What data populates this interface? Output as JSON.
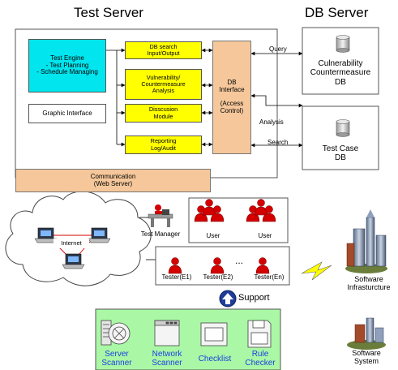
{
  "titles": {
    "test_server": "Test Server",
    "db_server": "DB Server"
  },
  "engine": {
    "label": "Test Engine\n- Test Planning\n- Schedule Managing",
    "color": "#00e5ee"
  },
  "graphic_interface": "Graphic Interface",
  "modules": [
    {
      "label": "DB search\nInput/Output"
    },
    {
      "label": "Vulnerability/\nCountermeasure\nAnalysis"
    },
    {
      "label": "Disscusion\nModule"
    },
    {
      "label": "Reporting\nLog/Audit"
    }
  ],
  "db_interface": {
    "label": "DB\nInterface\n\n(Access\nControl)",
    "color": "#f5c79a"
  },
  "databases": [
    {
      "label": "Culnerability\nCountermeasure\nDB"
    },
    {
      "label": "Test Case\nDB"
    }
  ],
  "arrows": {
    "query": "Query",
    "analysis": "Analysis",
    "search": "Search"
  },
  "communication": {
    "label": "Communication\n(Web Server)",
    "color": "#f5c79a"
  },
  "network": {
    "internet_label": "Internet"
  },
  "users": {
    "manager_label": "Test Manager",
    "user_labels": [
      "User",
      "User"
    ],
    "tester_labels": [
      "Tester(E1)",
      "Tester(E2)",
      "Tester(En)"
    ],
    "ellipsis": "..."
  },
  "support": {
    "label": "Support",
    "color": "#aaf7a6"
  },
  "tools": [
    {
      "label": "Server\nScanner"
    },
    {
      "label": "Network\nScanner"
    },
    {
      "label": "Checklist"
    },
    {
      "label": "Rule\nChecker"
    }
  ],
  "right_side": {
    "infrastructure": "Software\nInfrasturcture",
    "system": "Software\nSystem"
  },
  "colors": {
    "module_fill": "#ffff00",
    "person": "#d40000",
    "link_line": "#d40000"
  }
}
